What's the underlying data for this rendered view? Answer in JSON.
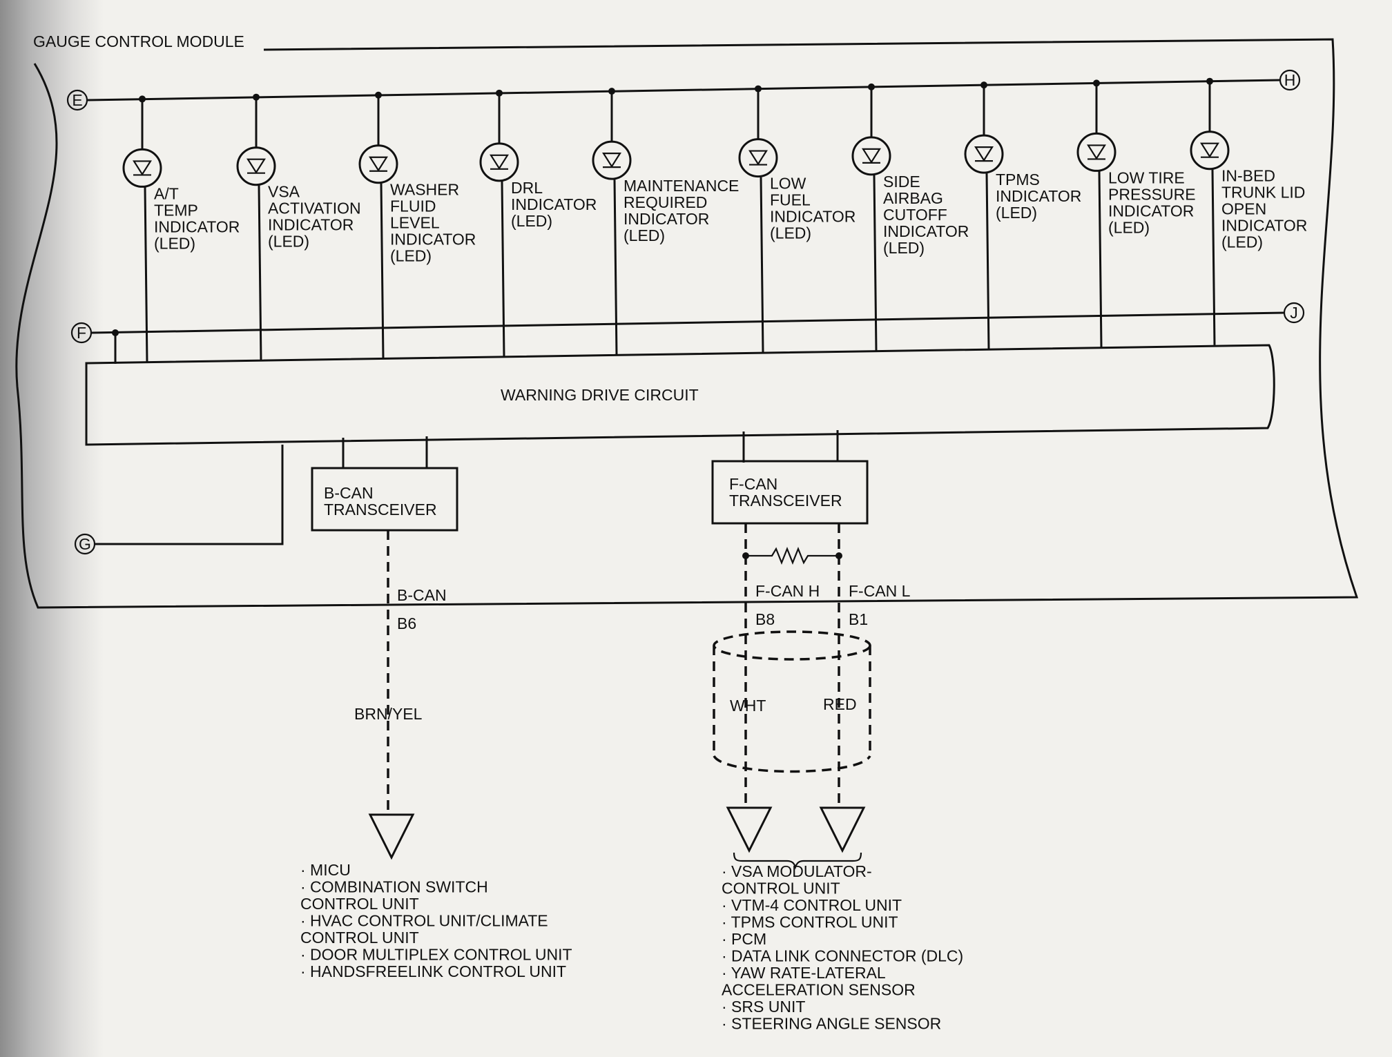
{
  "module_title": "GAUGE CONTROL MODULE",
  "connectors": {
    "e": "E",
    "f": "F",
    "g": "G",
    "h": "H",
    "j": "J"
  },
  "indicators": [
    {
      "lines": [
        "A/T",
        "TEMP",
        "INDICATOR",
        "(LED)"
      ]
    },
    {
      "lines": [
        "VSA",
        "ACTIVATION",
        "INDICATOR",
        "(LED)"
      ]
    },
    {
      "lines": [
        "WASHER",
        "FLUID",
        "LEVEL",
        "INDICATOR",
        "(LED)"
      ]
    },
    {
      "lines": [
        "DRL",
        "INDICATOR",
        "(LED)"
      ]
    },
    {
      "lines": [
        "MAINTENANCE",
        "REQUIRED",
        "INDICATOR",
        "(LED)"
      ]
    },
    {
      "lines": [
        "LOW",
        "FUEL",
        "INDICATOR",
        "(LED)"
      ]
    },
    {
      "lines": [
        "SIDE",
        "AIRBAG",
        "CUTOFF",
        "INDICATOR",
        "(LED)"
      ]
    },
    {
      "lines": [
        "TPMS",
        "INDICATOR",
        "(LED)"
      ]
    },
    {
      "lines": [
        "LOW TIRE",
        "PRESSURE",
        "INDICATOR",
        "(LED)"
      ]
    },
    {
      "lines": [
        "IN-BED",
        "TRUNK LID",
        "OPEN",
        "INDICATOR",
        "(LED)"
      ]
    }
  ],
  "warning_drive_circuit": "WARNING DRIVE CIRCUIT",
  "bcan_transceiver": [
    "B-CAN",
    "TRANSCEIVER"
  ],
  "fcan_transceiver": [
    "F-CAN",
    "TRANSCEIVER"
  ],
  "bcan_line": {
    "signal": "B-CAN",
    "pin": "B6",
    "wire_color": "BRN/YEL"
  },
  "fcan_h_line": {
    "signal": "F-CAN H",
    "pin": "B8",
    "wire_color": "WHT"
  },
  "fcan_l_line": {
    "signal": "F-CAN L",
    "pin": "B1",
    "wire_color": "RED"
  },
  "bcan_destinations": [
    "· MICU",
    "· COMBINATION SWITCH",
    "CONTROL UNIT",
    "· HVAC CONTROL UNIT/CLIMATE",
    "CONTROL UNIT",
    "· DOOR MULTIPLEX CONTROL UNIT",
    "· HANDSFREELINK CONTROL UNIT"
  ],
  "fcan_destinations": [
    "· VSA MODULATOR-",
    "CONTROL UNIT",
    "· VTM-4 CONTROL UNIT",
    "· TPMS CONTROL UNIT",
    "· PCM",
    "· DATA LINK CONNECTOR (DLC)",
    "· YAW RATE-LATERAL",
    "ACCELERATION SENSOR",
    "· SRS UNIT",
    "· STEERING ANGLE SENSOR"
  ]
}
